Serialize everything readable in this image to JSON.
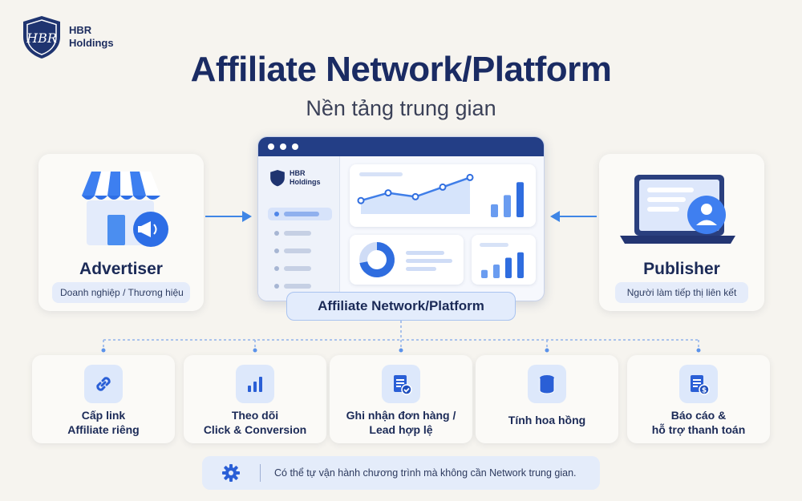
{
  "logo": {
    "line1": "HBR",
    "line2": "Holdings",
    "monogram": "HBR"
  },
  "header": {
    "title": "Affiliate Network/Platform",
    "subtitle": "Nền tảng trung gian"
  },
  "advertiser": {
    "name": "Advertiser",
    "desc": "Doanh nghiệp / Thương hiệu",
    "icon": "storefront-megaphone-icon"
  },
  "publisher": {
    "name": "Publisher",
    "desc": "Người làm tiếp thị liên kết",
    "icon": "laptop-user-icon"
  },
  "platform": {
    "label": "Affiliate Network/Platform",
    "logo_line1": "HBR",
    "logo_line2": "Holdings",
    "line_chart": [
      0.35,
      0.55,
      0.45,
      0.7,
      0.95
    ],
    "bar_chart_top": [
      0.35,
      0.6,
      0.95
    ],
    "bar_chart_small": [
      0.3,
      0.5,
      0.75,
      0.95
    ],
    "donut_fraction": 0.72
  },
  "features": [
    {
      "icon": "link-icon",
      "text": "Cấp link\nAffiliate riêng"
    },
    {
      "icon": "bar-chart-icon",
      "text": "Theo dõi\nClick & Conversion"
    },
    {
      "icon": "order-check-icon",
      "text": "Ghi nhận đơn hàng /\nLead hợp lệ"
    },
    {
      "icon": "coins-stack-icon",
      "text": "Tính hoa hồng"
    },
    {
      "icon": "report-dollar-icon",
      "text": "Báo cáo &\nhỗ trợ thanh toán"
    }
  ],
  "note": {
    "icon": "gear-icon",
    "text": "Có thể tự vận hành chương trình mà không cần Network trung gian."
  },
  "colors": {
    "navy": "#1a2b63",
    "accent": "#3f86e6",
    "light": "#e4ecfa"
  }
}
